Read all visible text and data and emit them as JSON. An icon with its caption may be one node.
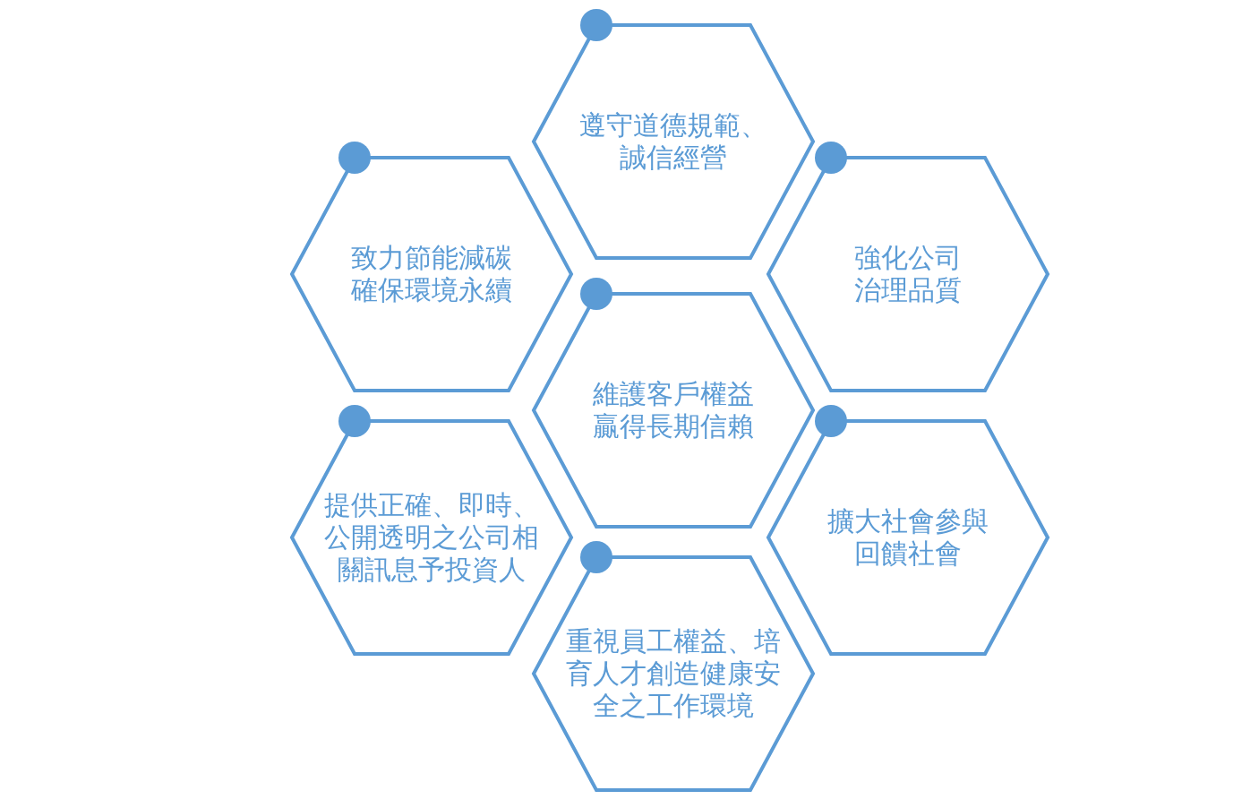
{
  "diagram": {
    "nodes": [
      {
        "text": [
          "遵守道德規範、誠信經營"
        ]
      },
      {
        "text": [
          "致力節能減碳確保環境永續"
        ]
      },
      {
        "text": [
          "強化公司治理品質"
        ]
      },
      {
        "text": [
          "維護客戶權益贏得長期信賴"
        ]
      },
      {
        "text": [
          "提供正確、即時、公開透明之公司相關訊息予投資人"
        ]
      },
      {
        "text": [
          "擴大社會參與回饋社會"
        ]
      },
      {
        "text": [
          "重視員工權益、培育人才創造健康安全之工作環境"
        ]
      }
    ]
  }
}
